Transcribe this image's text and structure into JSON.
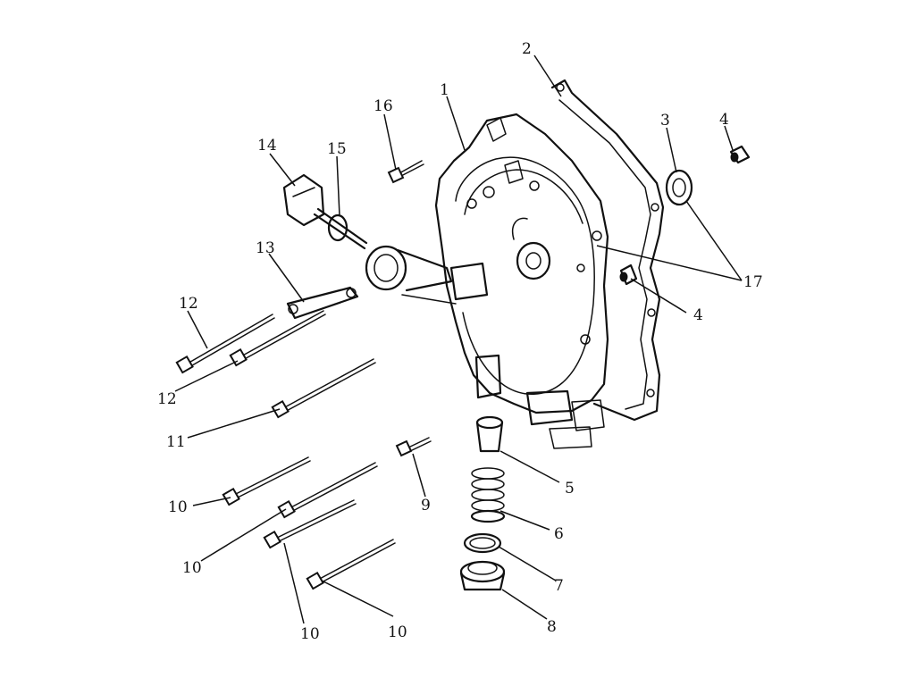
{
  "callouts": {
    "c1": "1",
    "c2": "2",
    "c3": "3",
    "c4a": "4",
    "c4b": "4",
    "c5": "5",
    "c6": "6",
    "c7": "7",
    "c8": "8",
    "c9": "9",
    "c10a": "10",
    "c10b": "10",
    "c10c": "10",
    "c10d": "10",
    "c11": "11",
    "c12a": "12",
    "c12b": "12",
    "c13": "13",
    "c14": "14",
    "c15": "15",
    "c16": "16",
    "c17": "17"
  },
  "colors": {
    "ink": "#111111",
    "background": "#ffffff"
  }
}
